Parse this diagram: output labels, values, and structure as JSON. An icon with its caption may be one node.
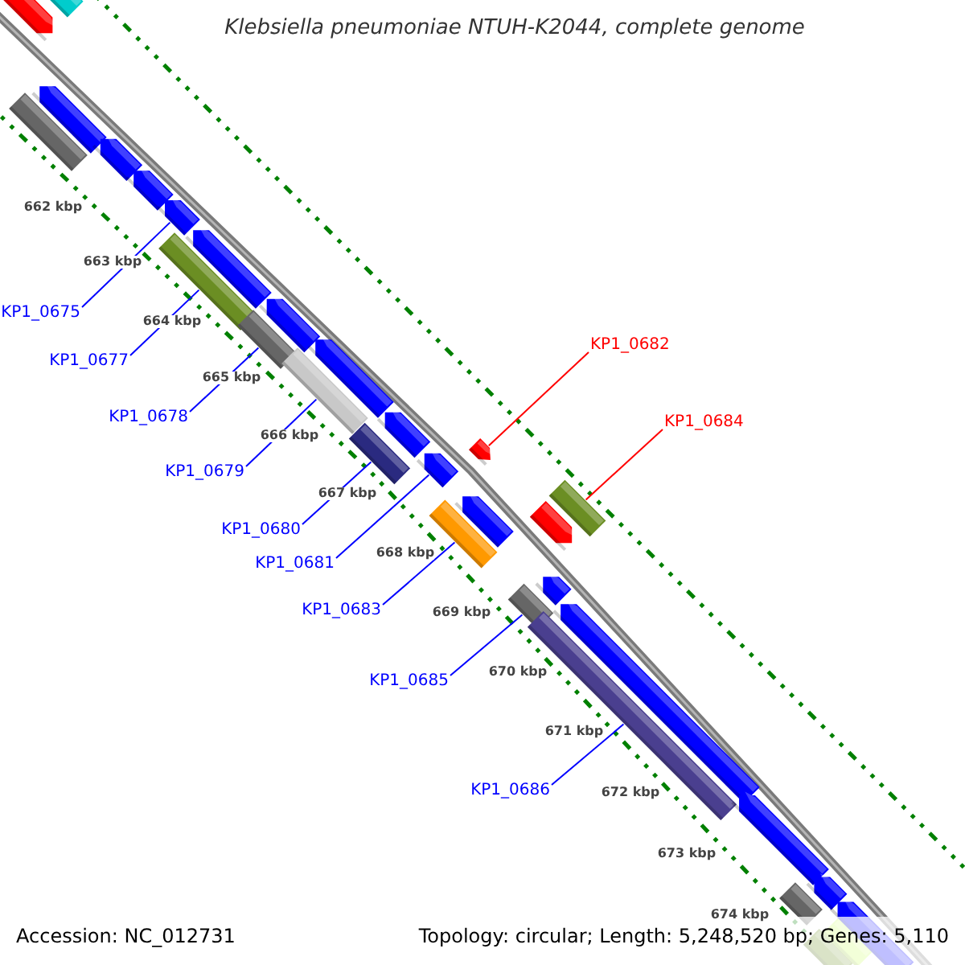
{
  "diagram": {
    "title": "Klebsiella pneumoniae NTUH-K2044, complete genome",
    "nodes": [
      {
        "text": [
          "KP1_0675"
        ]
      },
      {
        "text": [
          "KP1_0677"
        ]
      },
      {
        "text": [
          "KP1_0682"
        ]
      },
      {
        "text": [
          "KP1_0678"
        ]
      },
      {
        "text": [
          "KP1_0684"
        ]
      },
      {
        "text": [
          "KP1_0679"
        ]
      },
      {
        "text": [
          "KP1_0680"
        ]
      },
      {
        "text": [
          "KP1_0681"
        ]
      },
      {
        "text": [
          "KP1_0683"
        ]
      },
      {
        "text": [
          "KP1_0685"
        ]
      },
      {
        "text": [
          "KP1_0686"
        ]
      },
      {
        "text": [],
        "shape": "bar"
      },
      {
        "text": [],
        "shape": "bar"
      },
      {
        "text": [],
        "shape": "bar"
      },
      {
        "text": [],
        "shape": "bar"
      },
      {
        "text": [],
        "shape": "bar"
      },
      {
        "text": [],
        "shape": "bar"
      },
      {
        "text": [],
        "shape": "bar"
      },
      {
        "text": [],
        "shape": "bar"
      },
      {
        "text": [],
        "shape": "bar"
      },
      {
        "text": [],
        "shape": "bar"
      },
      {
        "text": [],
        "shape": "bar"
      },
      {
        "text": [],
        "shape": "bar"
      },
      {
        "text": [],
        "shape": "bar"
      },
      {
        "text": [],
        "shape": "bar"
      },
      {
        "text": [],
        "shape": "bar"
      },
      {
        "text": [],
        "shape": "bar"
      },
      {
        "text": [],
        "shape": "bar"
      },
      {
        "text": [],
        "shape": "bar"
      },
      {
        "text": [],
        "shape": "bar"
      },
      {
        "text": [],
        "shape": "bar"
      },
      {
        "text": [],
        "shape": "bar"
      },
      {
        "text": [],
        "shape": "bar"
      },
      {
        "text": [],
        "shape": "bar"
      },
      {
        "text": [],
        "shape": "bar"
      },
      {
        "text": [],
        "shape": "bar"
      },
      {
        "text": [],
        "shape": "bar"
      },
      {
        "text": [],
        "shape": "bar"
      },
      {
        "text": [],
        "shape": "bar"
      },
      {
        "text": [],
        "shape": "bar"
      },
      {
        "text": [],
        "shape": "bar"
      },
      {
        "text": [],
        "shape": "bar"
      }
    ],
    "edges": [
      {
        "from": 0,
        "to": 17,
        "arrow": "none"
      },
      {
        "from": 1,
        "to": 18,
        "arrow": "none"
      },
      {
        "from": 2,
        "to": 27,
        "arrow": "none",
        "color": "#ff0000"
      },
      {
        "from": 3,
        "to": 20,
        "arrow": "none"
      },
      {
        "from": 4,
        "to": 31,
        "arrow": "none",
        "color": "#ff0000"
      },
      {
        "from": 5,
        "to": 22,
        "arrow": "none"
      },
      {
        "from": 6,
        "to": 24,
        "arrow": "none"
      },
      {
        "from": 7,
        "to": 26,
        "arrow": "none"
      },
      {
        "from": 8,
        "to": 28,
        "arrow": "none"
      },
      {
        "from": 9,
        "to": 32,
        "arrow": "none"
      },
      {
        "from": 10,
        "to": 34,
        "arrow": "none"
      }
    ],
    "labels": [
      "662 kbp",
      "663 kbp",
      "664 kbp",
      "665 kbp",
      "666 kbp",
      "667 kbp",
      "668 kbp",
      "669 kbp",
      "670 kbp",
      "671 kbp",
      "672 kbp",
      "673 kbp",
      "674 kbp",
      "Accession: NC_012731",
      "Topology: circular; Length: 5,248,520 bp; Genes: 5,110"
    ]
  }
}
